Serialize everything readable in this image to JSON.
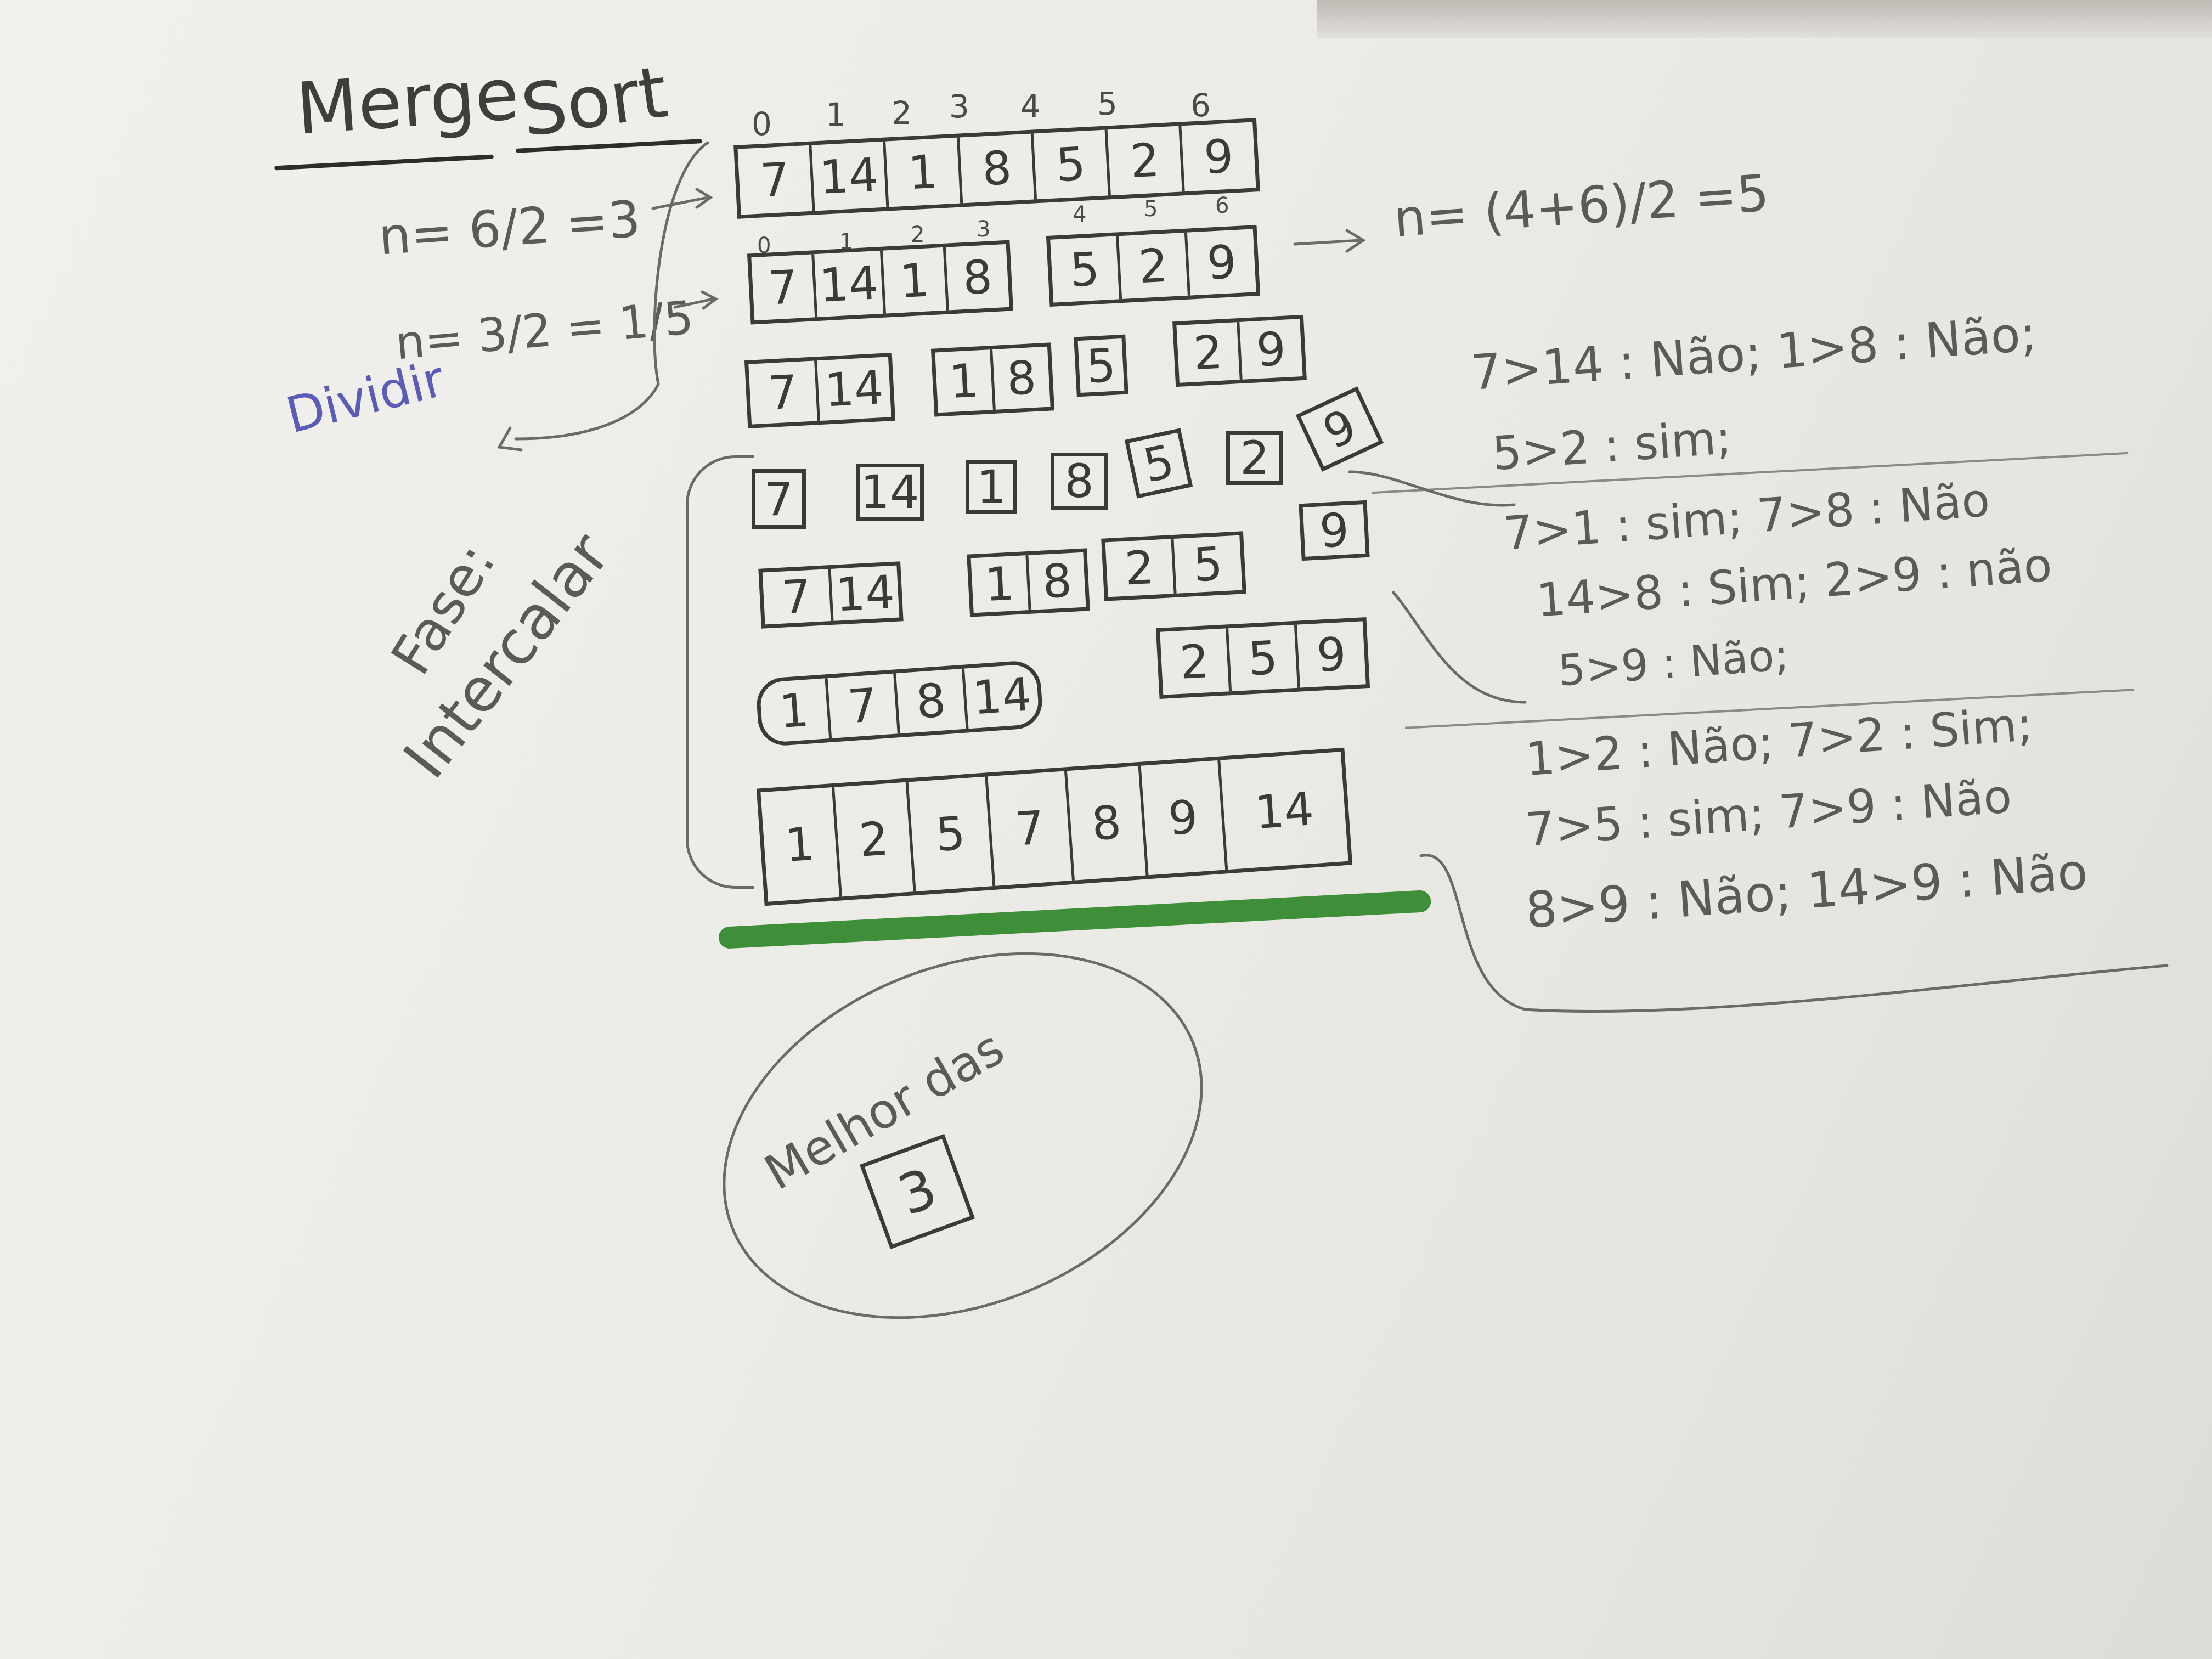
{
  "title": {
    "word1": "Merge",
    "word2": "Sort"
  },
  "indices": [
    "0",
    "1",
    "2",
    "3",
    "4",
    "5",
    "6"
  ],
  "sub_indices_left": [
    "0",
    "1",
    "2",
    "3"
  ],
  "sub_indices_right": [
    "4",
    "5",
    "6"
  ],
  "divide": {
    "label": "Dividir",
    "eq1": "n= 6/2 =3",
    "eq2": "n= 3/2 = 1/5",
    "eq3": "n= (4+6)/2 =5"
  },
  "divide_rows": [
    [
      [
        "7",
        "14",
        "1",
        "8",
        "5",
        "2",
        "9"
      ]
    ],
    [
      [
        "7",
        "14",
        "1",
        "8"
      ],
      [
        "5",
        "2",
        "9"
      ]
    ],
    [
      [
        "7",
        "14"
      ],
      [
        "1",
        "8"
      ],
      [
        "5"
      ],
      [
        "2",
        "9"
      ]
    ],
    [
      [
        "7"
      ],
      [
        "14"
      ],
      [
        "1"
      ],
      [
        "8"
      ],
      [
        "5"
      ],
      [
        "2"
      ],
      [
        "9"
      ]
    ]
  ],
  "merge": {
    "label1": "Fase:",
    "label2": "Intercalar"
  },
  "merge_rows": [
    [
      [
        "7",
        "14"
      ],
      [
        "1",
        "8"
      ],
      [
        "2",
        "5"
      ],
      [
        "9"
      ]
    ],
    [
      [
        "1",
        "7",
        "8",
        "14"
      ],
      [
        "2",
        "5",
        "9"
      ]
    ],
    [
      [
        "1",
        "2",
        "5",
        "7",
        "8",
        "9",
        "14"
      ]
    ]
  ],
  "comparisons": [
    "7>14 : Não; 1>8 : Não;",
    "5>2 : sim;",
    "7>1 : sim; 7>8 : Não",
    "14>8 : Sim; 2>9 : não",
    "5>9 : Não;",
    "1>2 : Não; 7>2 : Sim;",
    "7>5 : sim; 7>9 : Não",
    "8>9 : Não; 14>9 : Não"
  ],
  "best_case": {
    "label": "Melhor das",
    "value": "3"
  },
  "colors": {
    "ink": "#3a3a38",
    "green": "#3f8f3a",
    "paper": "#efeeea"
  }
}
